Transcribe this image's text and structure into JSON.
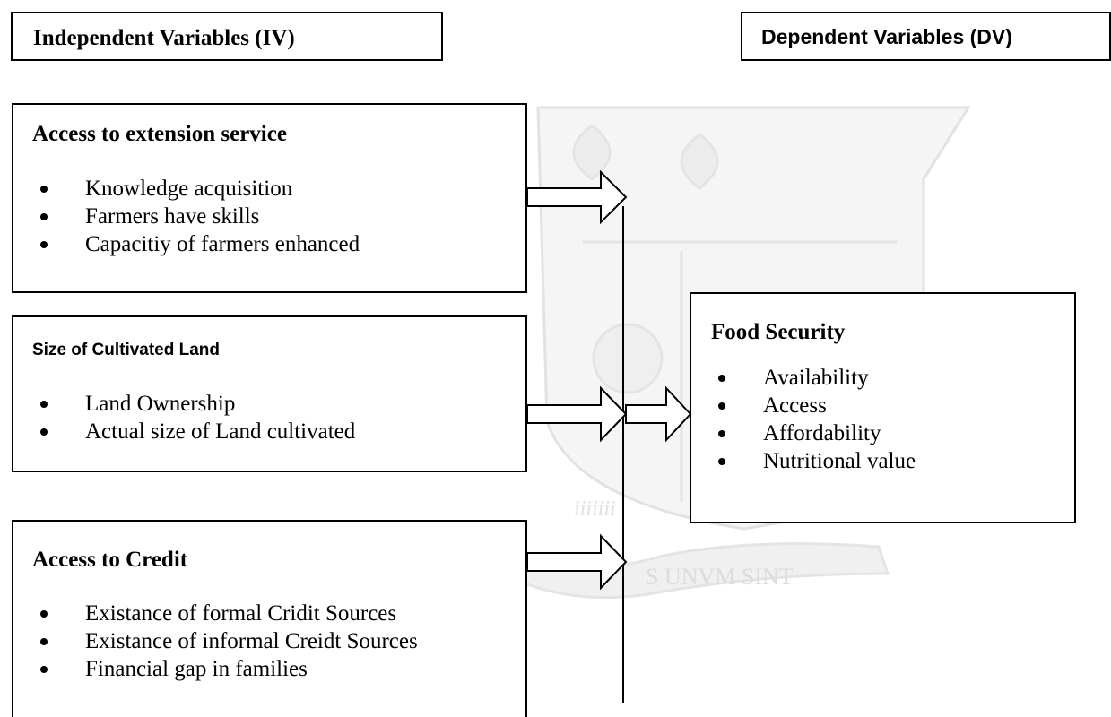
{
  "headers": {
    "iv": "Independent  Variables (IV)",
    "dv": "Dependent  Variables (DV)"
  },
  "boxes": {
    "extension": {
      "title": "Access  to  extension  service",
      "items": [
        "Knowledge acquisition",
        "Farmers have skills",
        "Capacitiy of farmers enhanced"
      ]
    },
    "land": {
      "title": "Size  of  Cultivated  Land",
      "items": [
        "Land Ownership",
        "Actual size of Land cultivated"
      ]
    },
    "credit": {
      "title": "Access  to  Credit",
      "items": [
        "Existance of formal Cridit Sources",
        "Existance of informal Creidt Sources",
        "Financial gap in families"
      ]
    },
    "food": {
      "title": "Food  Security",
      "items": [
        "Availability",
        "Access",
        "Affordability",
        "Nutritional  value"
      ]
    }
  },
  "watermark": {
    "ribbon_text": "S  UNVM SINT",
    "motto_text": "iiiiiii"
  },
  "colors": {
    "line": "#000000",
    "watermark": "#e6e6e6"
  }
}
